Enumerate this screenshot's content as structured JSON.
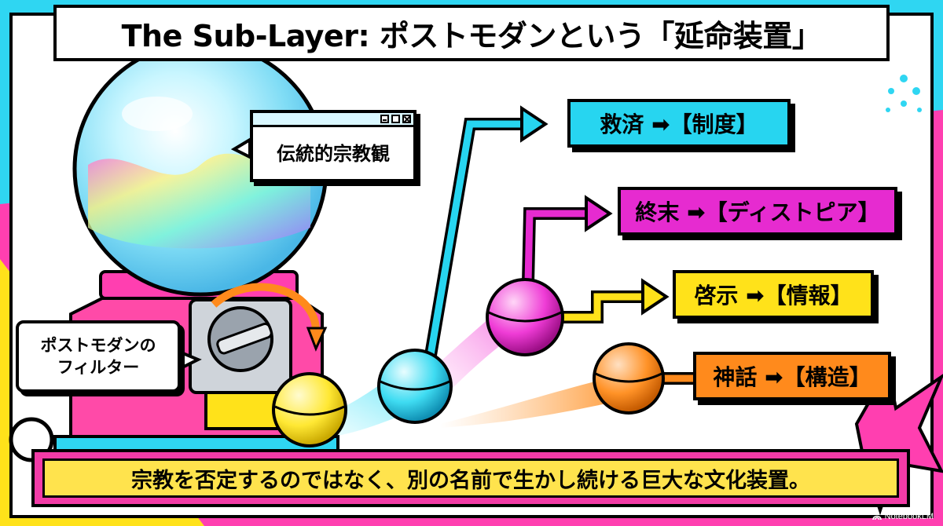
{
  "title": "The Sub-Layer: ポストモダンという「延命装置」",
  "traditional_window": {
    "label": "伝統的宗教観"
  },
  "filter_label": {
    "line1": "ポストモダンの",
    "line2": "フィルター"
  },
  "outcomes": [
    {
      "label": "救済 ➡【制度】",
      "color": "#27d5f0"
    },
    {
      "label": "終末 ➡【ディストピア】",
      "color": "#e62bd0"
    },
    {
      "label": "啓示 ➡【情報】",
      "color": "#ffe21a"
    },
    {
      "label": "神話 ➡【構造】",
      "color": "#ff8a1c"
    }
  ],
  "bottom_banner": "宗教を否定するのではなく、別の名前で生かし続ける巨大な文化装置。",
  "watermark": "NotebookLM",
  "colors": {
    "cyan": "#27d5f0",
    "magenta": "#e62bd0",
    "yellow": "#ffe21a",
    "orange": "#ff8a1c",
    "pink": "#f23ba7"
  }
}
